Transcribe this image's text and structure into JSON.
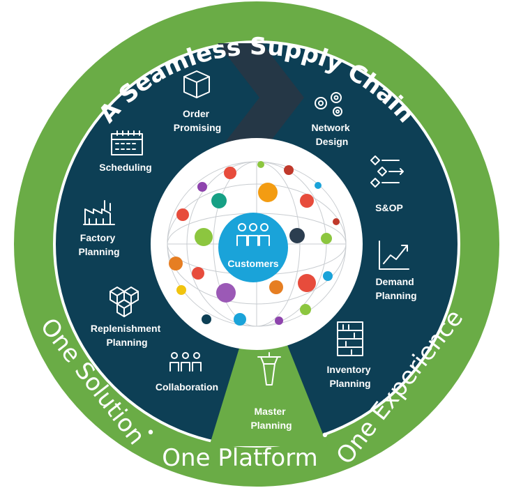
{
  "ring": {
    "top": "A Seamless Supply Chain",
    "bottom_left": "One Solution",
    "bottom_center": "One Platform",
    "bottom_right": "One Experience",
    "separator": "•"
  },
  "center": {
    "label": "Customers",
    "icon": "customers-icon"
  },
  "segments": [
    {
      "id": "order-promising",
      "lines": [
        "Order",
        "Promising"
      ],
      "icon": "box-icon"
    },
    {
      "id": "network-design",
      "lines": [
        "Network",
        "Design"
      ],
      "icon": "gears-icon"
    },
    {
      "id": "sop",
      "lines": [
        "S&OP"
      ],
      "icon": "flow-chart-icon"
    },
    {
      "id": "demand-planning",
      "lines": [
        "Demand",
        "Planning"
      ],
      "icon": "line-chart-icon"
    },
    {
      "id": "inventory-planning",
      "lines": [
        "Inventory",
        "Planning"
      ],
      "icon": "shelves-icon"
    },
    {
      "id": "master-planning",
      "lines": [
        "Master",
        "Planning"
      ],
      "icon": "control-tower-icon"
    },
    {
      "id": "collaboration",
      "lines": [
        "Collaboration"
      ],
      "icon": "people-icon"
    },
    {
      "id": "replenishment-planning",
      "lines": [
        "Replenishment",
        "Planning"
      ],
      "icon": "boxes-icon"
    },
    {
      "id": "factory-planning",
      "lines": [
        "Factory",
        "Planning"
      ],
      "icon": "factory-icon"
    },
    {
      "id": "scheduling",
      "lines": [
        "Scheduling"
      ],
      "icon": "calendar-icon"
    }
  ],
  "colors": {
    "outer_ring": "#6aac46",
    "inner_disc": "#0d3f55",
    "chevron": "#253746",
    "master_wedge": "#6aac46",
    "center_circle": "#1aa3d9",
    "white_disc": "#ffffff"
  }
}
